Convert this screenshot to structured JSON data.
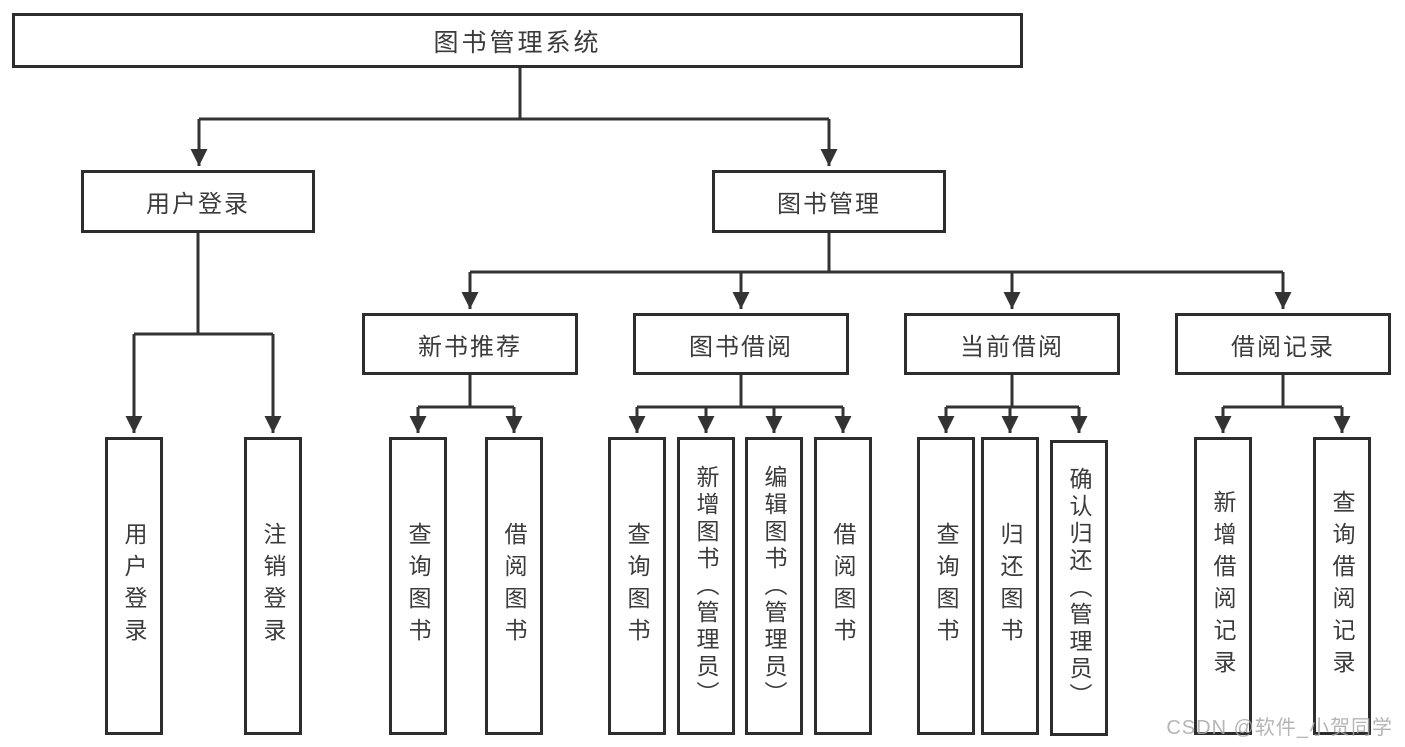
{
  "diagram": {
    "root": {
      "label": "图书管理系统"
    },
    "user_login": {
      "label": "用户登录",
      "children": [
        {
          "label": "用户登录"
        },
        {
          "label": "注销登录"
        }
      ]
    },
    "book_management": {
      "label": "图书管理"
    },
    "new_book_recommend": {
      "label": "新书推荐",
      "children": [
        {
          "label": "查询图书"
        },
        {
          "label": "借阅图书"
        }
      ]
    },
    "book_borrow": {
      "label": "图书借阅",
      "children": [
        {
          "label": "查询图书"
        },
        {
          "label": "新增图书（管理员）"
        },
        {
          "label": "编辑图书（管理员）"
        },
        {
          "label": "借阅图书"
        }
      ]
    },
    "current_borrow": {
      "label": "当前借阅",
      "children": [
        {
          "label": "查询图书"
        },
        {
          "label": "归还图书"
        },
        {
          "label": "确认归还（管理员）"
        }
      ]
    },
    "borrow_record": {
      "label": "借阅记录",
      "children": [
        {
          "label": "新增借阅记录"
        },
        {
          "label": "查询借阅记录"
        }
      ]
    }
  },
  "watermark": {
    "text": "CSDN @软件_小贺同学"
  },
  "colors": {
    "line": "#333333",
    "box_border": "#2d2d2d",
    "text": "#3b3b3b",
    "watermark": "#a9a9a9",
    "background": "#ffffff"
  }
}
